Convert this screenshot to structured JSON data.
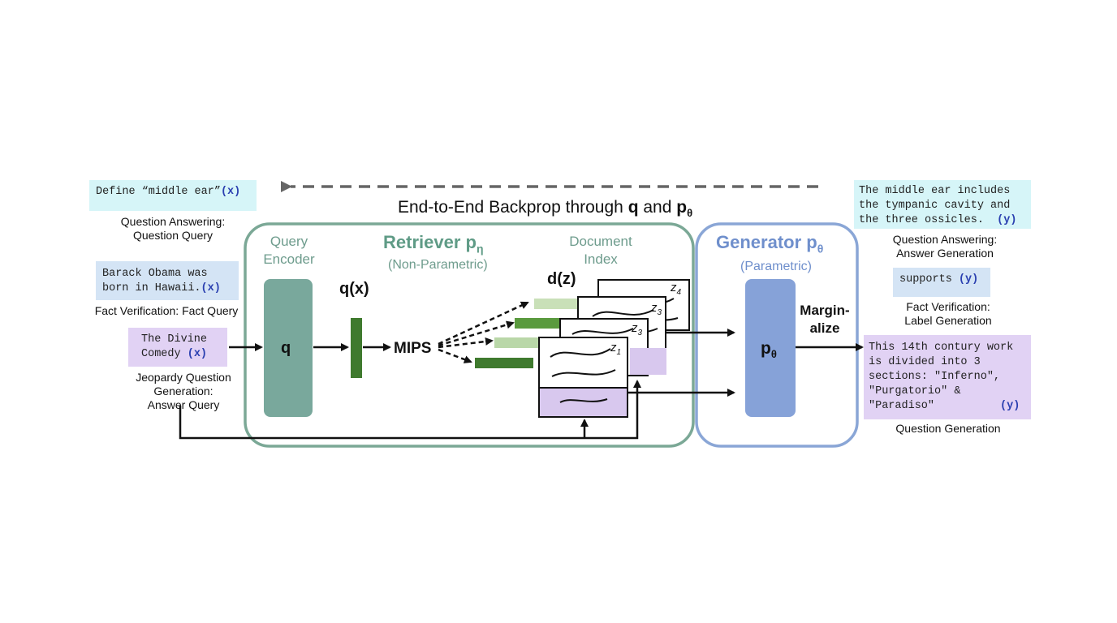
{
  "backprop": {
    "label_prefix": "End-to-End Backprop through ",
    "q": "q",
    "and": " and ",
    "p": "p",
    "p_sub": "θ"
  },
  "inputs": [
    {
      "text": "Define “middle ear”",
      "tag": "(x)",
      "caption_lines": [
        "Question Answering:",
        "Question Query"
      ]
    },
    {
      "text": "Barack Obama was\nborn in Hawaii.",
      "tag": "(x)",
      "caption_lines": [
        "Fact Verification: Fact Query"
      ]
    },
    {
      "text": "The Divine\nComedy",
      "tag": "(x)",
      "caption_lines": [
        "Jeopardy Question",
        "Generation:",
        "Answer Query"
      ]
    }
  ],
  "retriever": {
    "title": "Retriever p",
    "title_sub": "η",
    "subtitle": "(Non-Parametric)",
    "query_encoder": [
      "Query",
      "Encoder"
    ],
    "encoder_label": "q",
    "qx_label": "q(x)",
    "mips_label": "MIPS",
    "document_index": [
      "Document",
      "Index"
    ],
    "dz_label": "d(z)",
    "doc_labels": [
      "z",
      "z",
      "z",
      "z"
    ],
    "doc_subs": [
      "4",
      "3",
      "3",
      "1"
    ]
  },
  "generator": {
    "title": "Generator p",
    "title_sub": "θ",
    "subtitle": "(Parametric)",
    "box_label": "p",
    "box_sub": "θ",
    "marginalize": [
      "Margin-",
      "alize"
    ]
  },
  "outputs": [
    {
      "text": "The middle ear includes\nthe tympanic cavity and\nthe three ossicles.  ",
      "tag": "(y)",
      "caption_lines": [
        "Question Answering:",
        "Answer Generation"
      ]
    },
    {
      "text": "supports ",
      "tag": "(y)",
      "caption_lines": [
        "Fact Verification:",
        "Label Generation"
      ]
    },
    {
      "text": "This 14th contury work\nis divided into 3\nsections: \"Inferno\",\n\"Purgatorio\" &\n\"Paradiso\"          ",
      "tag": "(y)",
      "caption_lines": [
        "Question Generation"
      ]
    }
  ],
  "colors": {
    "retriever_border": "#7ba896",
    "retriever_title": "#5f9b86",
    "encoder_fill": "#79a89c",
    "generator_border": "#8aa6d6",
    "generator_title": "#6f8fcc",
    "generator_fill": "#86a2d8",
    "vector_dark": "#3f7a2e",
    "vector_light": "#b9d7a8",
    "doc_lavender": "#d8c8ee",
    "cyan_box": "#d6f5f8",
    "blue_box": "#d4e4f5",
    "lavender_box": "#e1d2f4"
  }
}
